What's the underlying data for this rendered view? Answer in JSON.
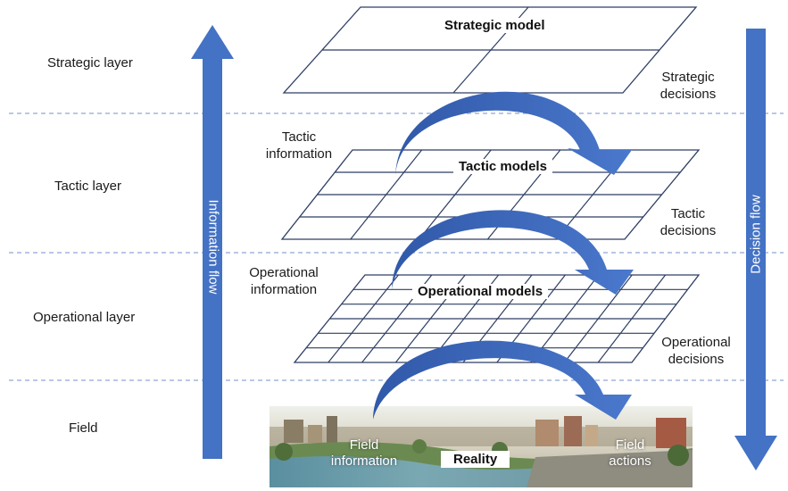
{
  "layers": {
    "strategic": "Strategic layer",
    "tactic": "Tactic layer",
    "operational": "Operational layer",
    "field": "Field"
  },
  "flows": {
    "information": "Information flow",
    "decision": "Decision flow"
  },
  "models": {
    "strategic": "Strategic model",
    "tactic": "Tactic models",
    "operational": "Operational models"
  },
  "information": {
    "tactic_line1": "Tactic",
    "tactic_line2": "information",
    "operational_line1": "Operational",
    "operational_line2": "information",
    "field_line1": "Field",
    "field_line2": "information"
  },
  "decisions": {
    "strategic_line1": "Strategic",
    "strategic_line2": "decisions",
    "tactic_line1": "Tactic",
    "tactic_line2": "decisions",
    "operational_line1": "Operational",
    "operational_line2": "decisions",
    "field_line1": "Field",
    "field_line2": "actions"
  },
  "reality": "Reality",
  "colors": {
    "flow_arrow": "#4472C4",
    "curved_arrow": "#3D64B8",
    "divider": "#8FA6D4",
    "grid_line": "#2E3E63"
  }
}
